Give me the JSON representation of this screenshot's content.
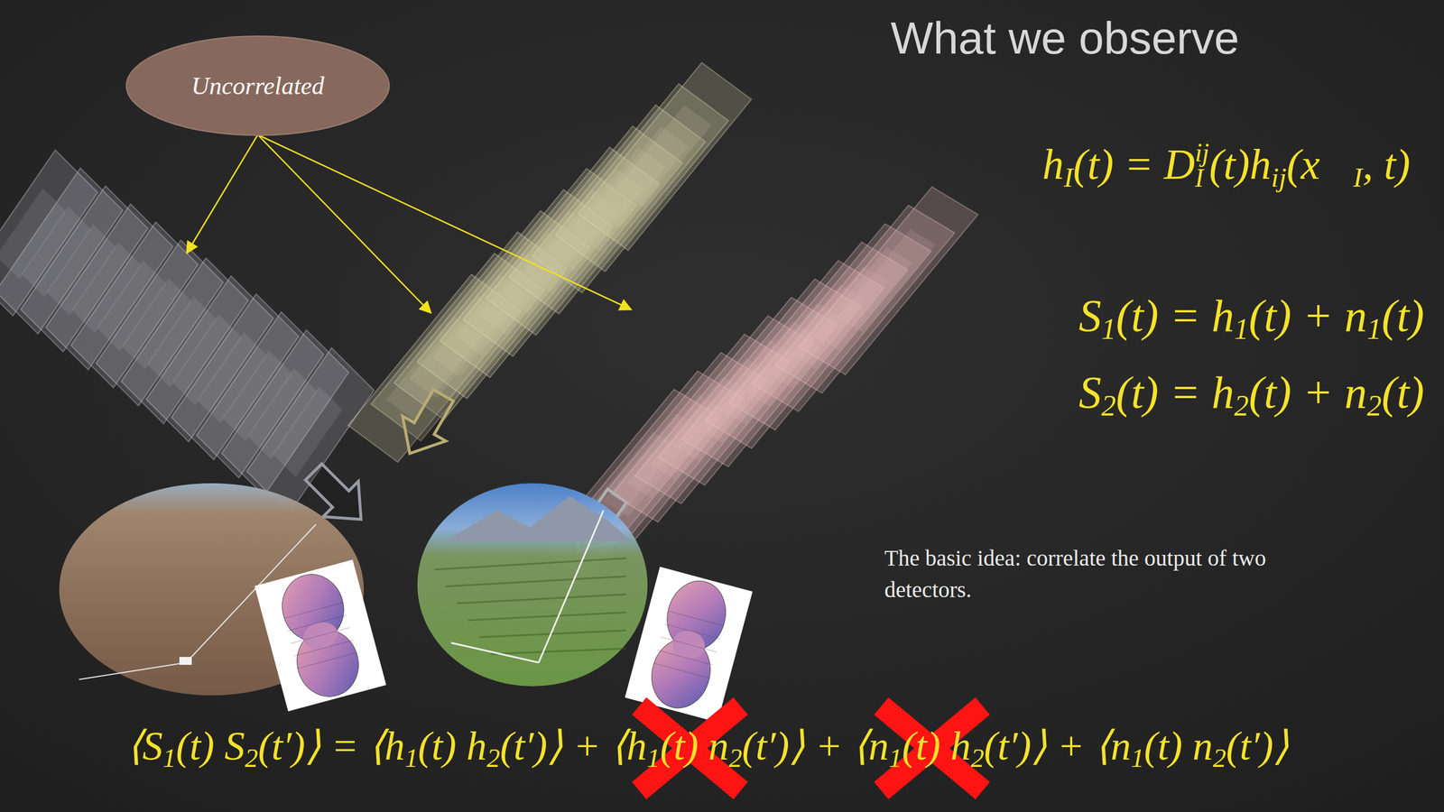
{
  "diagram": {
    "title": "What we observe",
    "nodes": [
      {
        "text": [
          "Uncorrelated"
        ]
      }
    ],
    "labels": [
      "The basic idea: correlate the output of two detectors.",
      "h",
      "I",
      "(t) = D",
      "ij",
      "I",
      "(t)h",
      "ij",
      "(x⃗",
      "I",
      ", t)",
      "S",
      "1",
      "(t) = h",
      "1",
      "(t) + n",
      "1",
      "(t)",
      "S",
      "2",
      "(t) = h",
      "2",
      "(t) + n",
      "2",
      "(t)",
      "⟨S",
      "1",
      "(t) S",
      "2",
      "(t′)⟩ = ⟨h",
      "1",
      "(t) h",
      "2",
      "(t′)⟩ + ⟨h",
      "1",
      "(t) n",
      "2",
      "(t′)⟩ + ⟨n",
      "1",
      "(t) h",
      "2",
      "(t′)⟩ + ⟨n",
      "1",
      "(t) n",
      "2",
      "(t′)⟩"
    ]
  }
}
